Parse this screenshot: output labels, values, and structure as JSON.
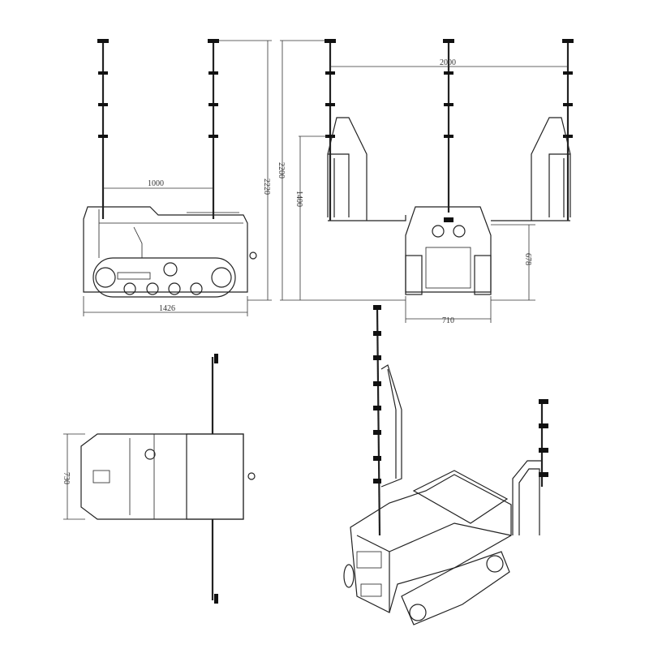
{
  "dimensions": {
    "side_boom_spacing": "1000",
    "side_total_height": "2220",
    "side_length": "1426",
    "front_boom_span": "2000",
    "front_total_height": "2200",
    "front_arm_height": "1400",
    "front_boom_height": "678",
    "front_track_width": "710",
    "top_width": "730"
  }
}
